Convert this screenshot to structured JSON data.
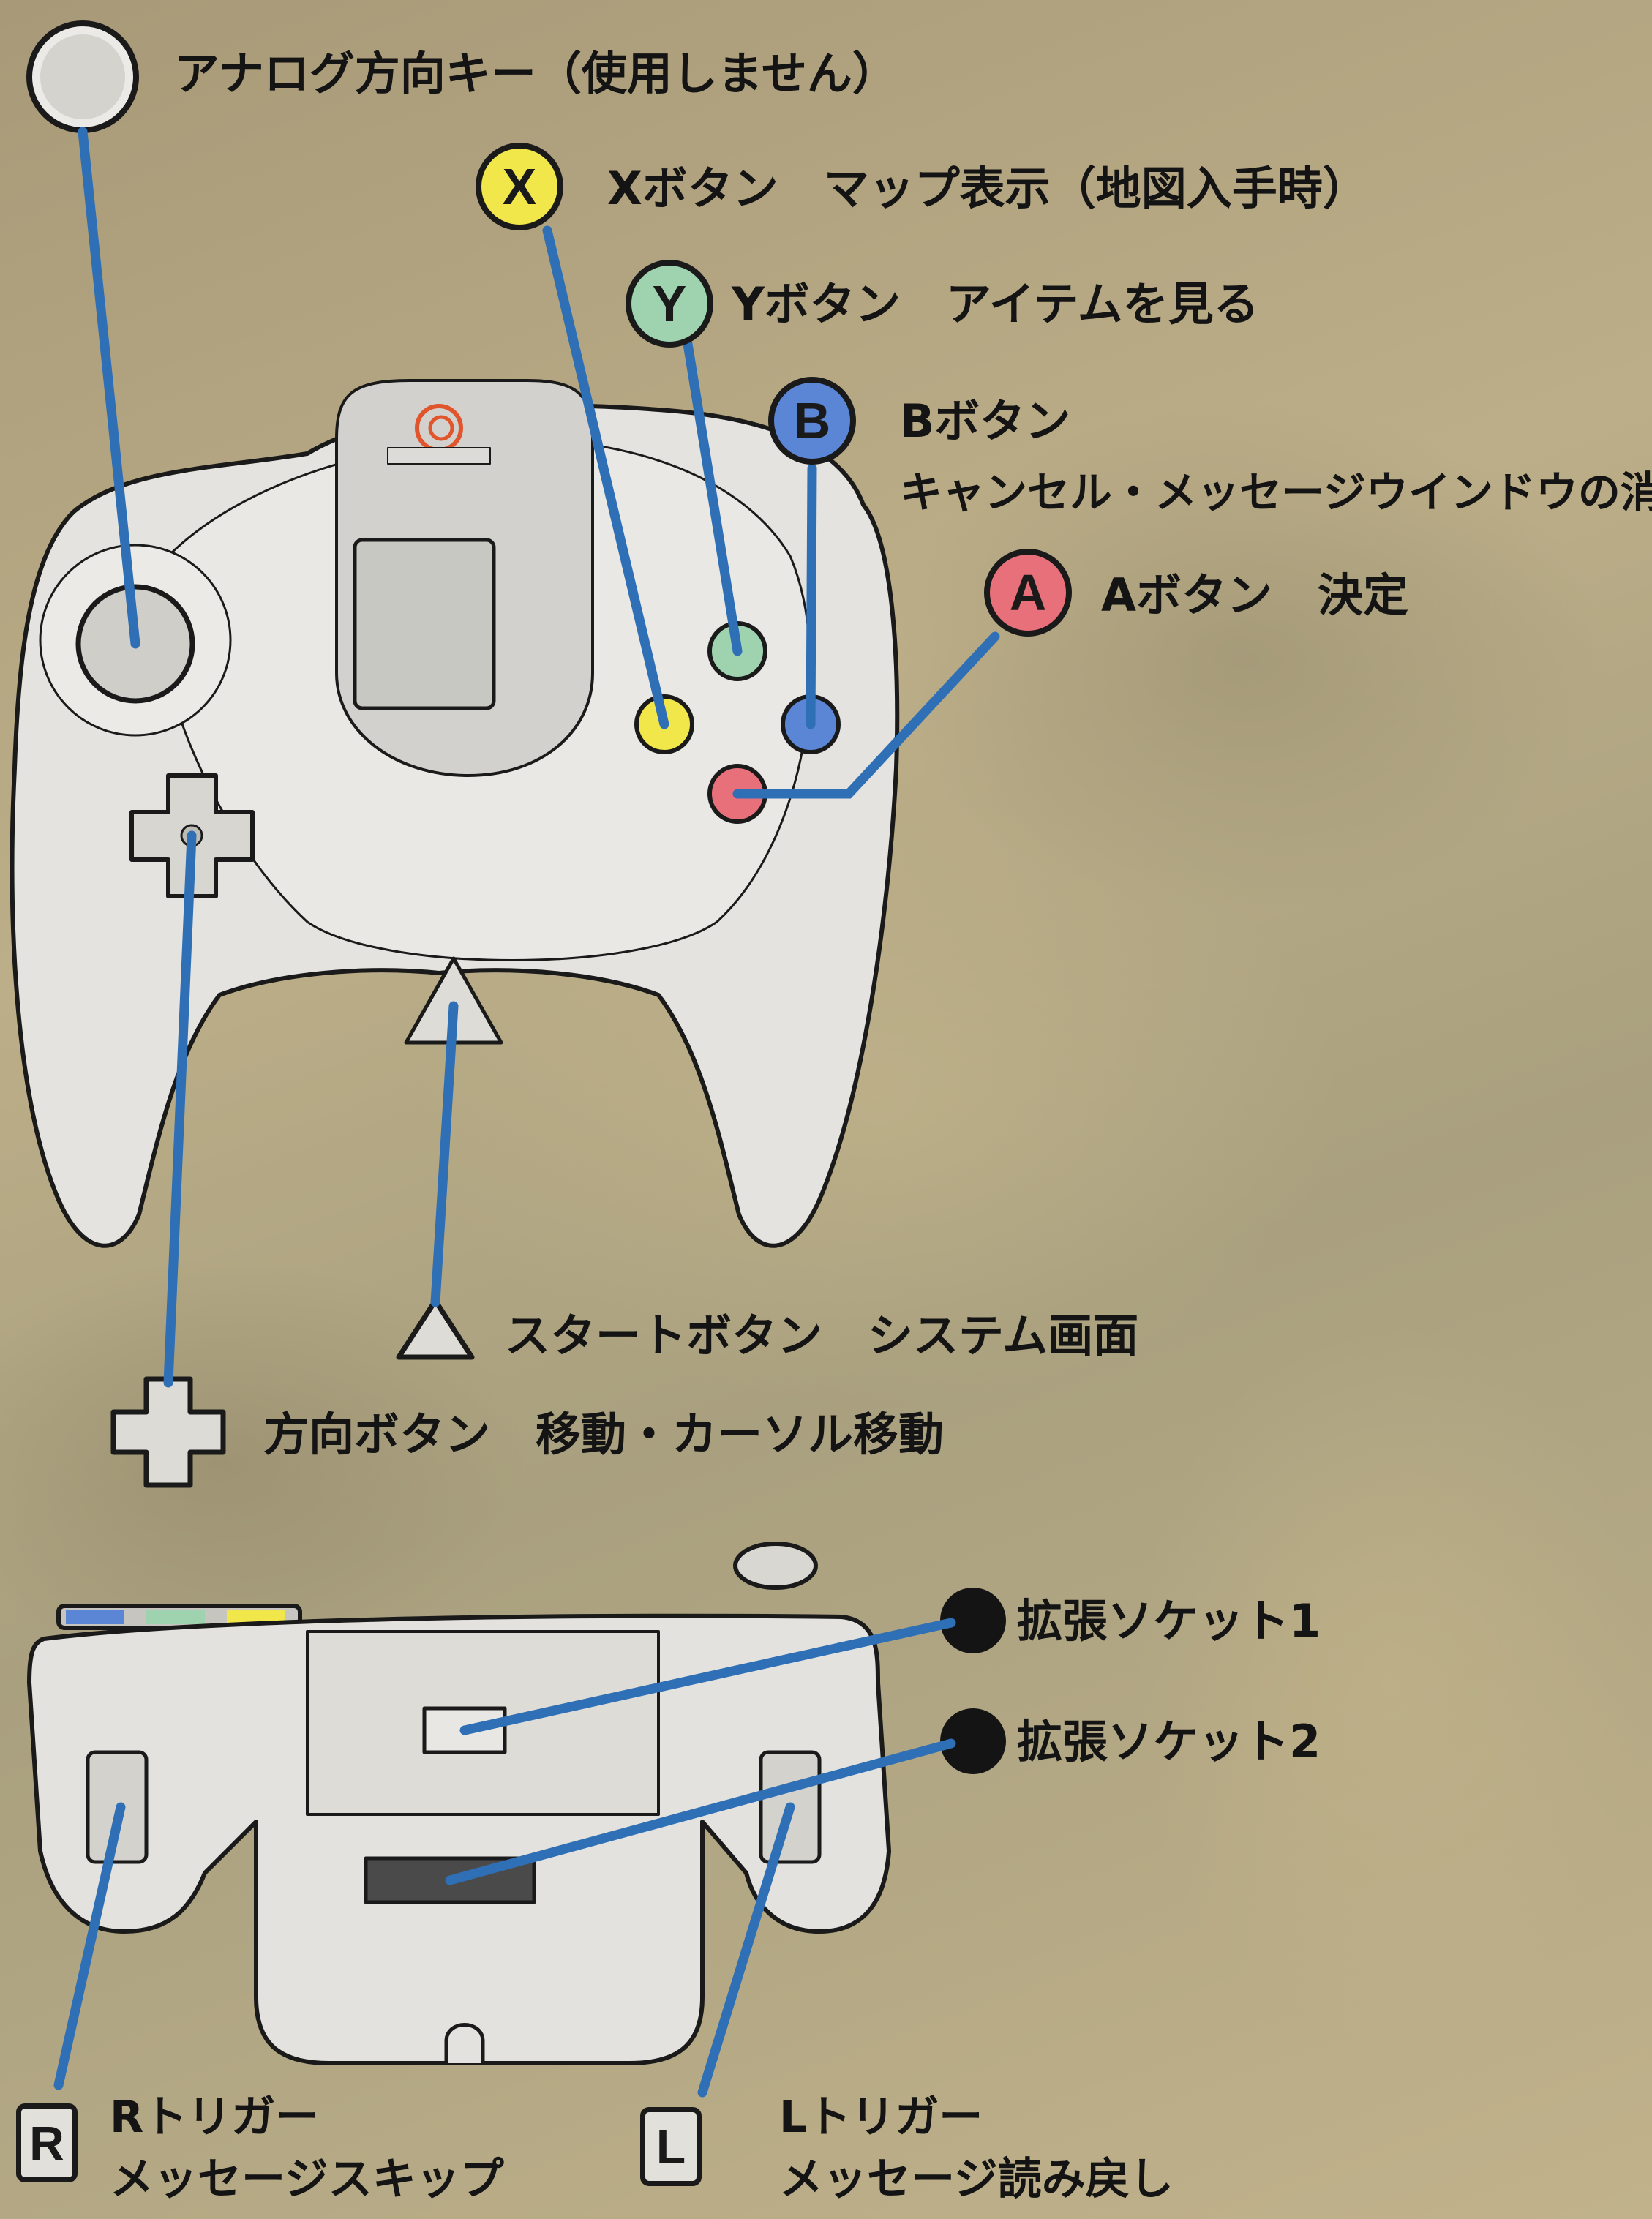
{
  "labels": {
    "analog": "アナログ方向キー（使用しません）",
    "x_button": "Xボタン　マップ表示（地図入手時）",
    "y_button": "Yボタン　アイテムを見る",
    "b_button_title": "Bボタン",
    "b_button_desc": "キャンセル・メッセージウインドウの消去",
    "a_button": "Aボタン　決定",
    "start_button": "スタートボタン　システム画面",
    "dpad": "方向ボタン　移動・カーソル移動",
    "socket1": "拡張ソケット1",
    "socket2": "拡張ソケット2",
    "r_trigger_title": "Rトリガー",
    "r_trigger_desc": "メッセージスキップ",
    "l_trigger_title": "Lトリガー",
    "l_trigger_desc": "メッセージ読み戻し"
  },
  "button_letters": {
    "x": "X",
    "y": "Y",
    "b": "B",
    "a": "A",
    "r": "R",
    "l": "L"
  },
  "colors": {
    "leader_line": "#2f6fb6",
    "x": "#f1e64a",
    "y": "#9fd3b0",
    "b": "#5b86d6",
    "a": "#e8707a",
    "controller_body": "#e4e3df",
    "outline": "#1a1a1a"
  }
}
